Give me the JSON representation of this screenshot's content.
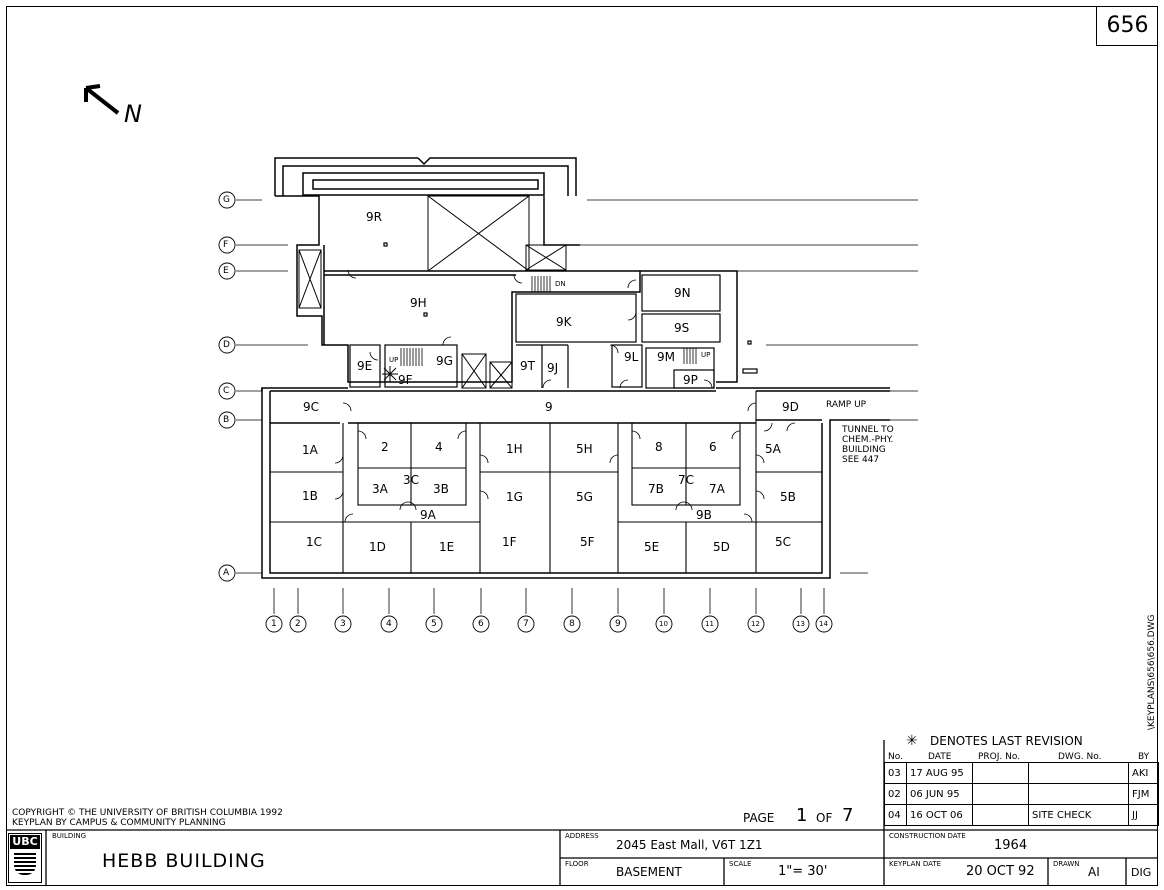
{
  "sheet_number": "656",
  "north_label": "N",
  "grid_rows": [
    "G",
    "F",
    "E",
    "D",
    "C",
    "B",
    "A"
  ],
  "grid_cols": [
    "1",
    "2",
    "3",
    "4",
    "5",
    "6",
    "7",
    "8",
    "9",
    "10",
    "11",
    "12",
    "13",
    "14"
  ],
  "rooms": [
    "9R",
    "9H",
    "9N",
    "9K",
    "9S",
    "9G",
    "9E",
    "9F",
    "9L",
    "9M",
    "9T",
    "9J",
    "9P",
    "9C",
    "9",
    "9D",
    "1A",
    "2",
    "4",
    "1H",
    "5H",
    "8",
    "6",
    "5A",
    "3A",
    "3C",
    "3B",
    "1B",
    "1G",
    "5G",
    "7B",
    "7C",
    "7A",
    "5B",
    "9A",
    "9B",
    "1C",
    "1D",
    "1E",
    "1F",
    "5F",
    "5E",
    "5D",
    "5C"
  ],
  "stair_labels": {
    "dn": "DN",
    "up1": "UP",
    "up2": "UP"
  },
  "ramp_label": "RAMP UP",
  "tunnel_note": [
    "TUNNEL TO",
    "CHEM.-PHY.",
    "BUILDING",
    "SEE 447"
  ],
  "side_path": "\\KEYPLANS\\656\\656.DWG",
  "revision": {
    "legend_symbol": "✳",
    "legend": "DENOTES LAST REVISION",
    "headers": [
      "No.",
      "DATE",
      "PROJ. No.",
      "DWG. No.",
      "BY"
    ],
    "rows": [
      [
        "03",
        "17 AUG 95",
        "",
        "",
        "AKI"
      ],
      [
        "02",
        "06 JUN 95",
        "",
        "",
        "FJM"
      ],
      [
        "04",
        "16 OCT 06",
        "",
        "SITE CHECK",
        "JJ"
      ]
    ]
  },
  "copyright": [
    "COPYRIGHT © THE UNIVERSITY OF BRITISH COLUMBIA 1992",
    "KEYPLAN BY CAMPUS & COMMUNITY PLANNING"
  ],
  "page": {
    "prefix": "PAGE",
    "current": "1",
    "sep": "OF",
    "total": "7"
  },
  "title_block": {
    "logo": "UBC",
    "building_label": "BUILDING",
    "building_name": "HEBB BUILDING",
    "address_label": "ADDRESS",
    "address": "2045 East Mall, V6T 1Z1",
    "floor_label": "FLOOR",
    "floor": "BASEMENT",
    "scale_label": "SCALE",
    "scale": "1\"= 30'",
    "construction_label": "CONSTRUCTION DATE",
    "construction": "1964",
    "keyplan_label": "KEYPLAN DATE",
    "keyplan": "20 OCT 92",
    "drawn_label": "DRAWN",
    "drawn": "AI",
    "dig": "DIG"
  }
}
